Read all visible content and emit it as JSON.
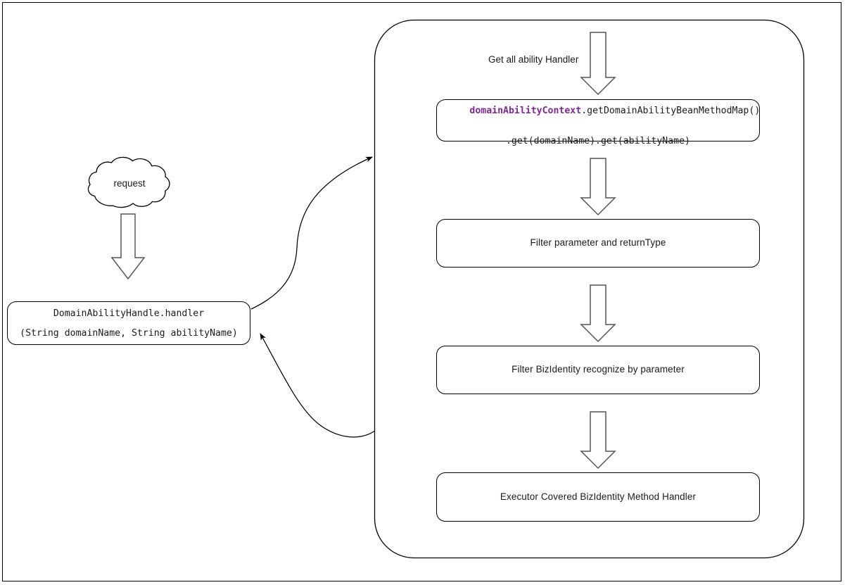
{
  "diagram": {
    "title": "Domain Ability Handler Flow",
    "colors": {
      "accent_purple": "#7B2A8E",
      "stroke": "#000000",
      "text": "#1a1a1a",
      "background": "#ffffff",
      "arrow_fill": "#ffffff",
      "arrow_stroke": "#555555"
    }
  },
  "left": {
    "cloud": {
      "label": "request",
      "icon": "cloud-icon"
    },
    "request_arrow": {
      "icon": "block-arrow-down-icon"
    },
    "handler_box": {
      "line1": "DomainAbilityHandle.handler",
      "line2": "(String domainName, String abilityName)"
    }
  },
  "container": {
    "name": "ability-pipeline-container"
  },
  "flow": {
    "entry_label": "Get all ability Handler",
    "arrows": [
      {
        "icon": "block-arrow-down-icon",
        "name": "arrow-entry"
      },
      {
        "icon": "block-arrow-down-icon",
        "name": "arrow-step-1-to-2"
      },
      {
        "icon": "block-arrow-down-icon",
        "name": "arrow-step-2-to-3"
      },
      {
        "icon": "block-arrow-down-icon",
        "name": "arrow-step-3-to-4"
      }
    ],
    "steps": [
      {
        "id": "step-1",
        "type": "mono",
        "line1_accent": "domainAbilityContext",
        "line1_rest": ".getDomainAbilityBeanMethodMap()",
        "line2": ".get(domainName).get(abilityName)"
      },
      {
        "id": "step-2",
        "type": "sans",
        "label": "Filter parameter and returnType"
      },
      {
        "id": "step-3",
        "type": "sans",
        "label": "Filter BizIdentity recognize by parameter"
      },
      {
        "id": "step-4",
        "type": "sans",
        "label": "Executor Covered BizIdentity Method Handler"
      }
    ]
  },
  "connectors": {
    "invoke": {
      "name": "curved-arrow-invoke",
      "direction": "handler-to-pipeline"
    },
    "return": {
      "name": "curved-arrow-return",
      "direction": "pipeline-to-handler"
    }
  }
}
